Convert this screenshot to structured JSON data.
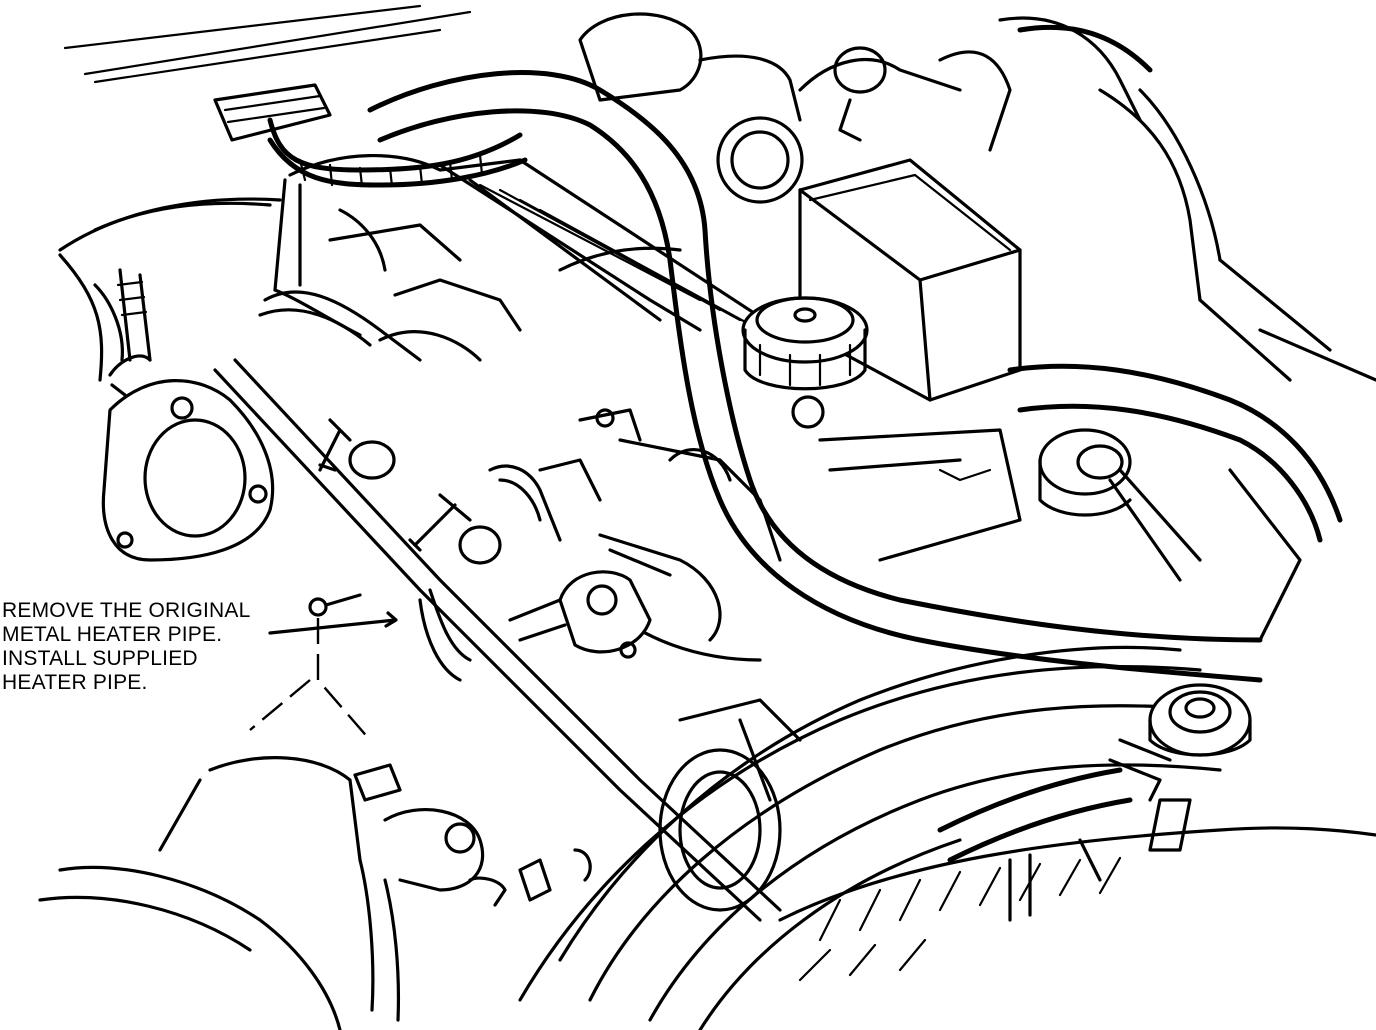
{
  "callout": {
    "lines": [
      "REMOVE THE ORIGINAL",
      "METAL HEATER PIPE.",
      "INSTALL SUPPLIED",
      "HEATER PIPE."
    ]
  },
  "colors": {
    "ink": "#000000",
    "paper": "#ffffff"
  }
}
